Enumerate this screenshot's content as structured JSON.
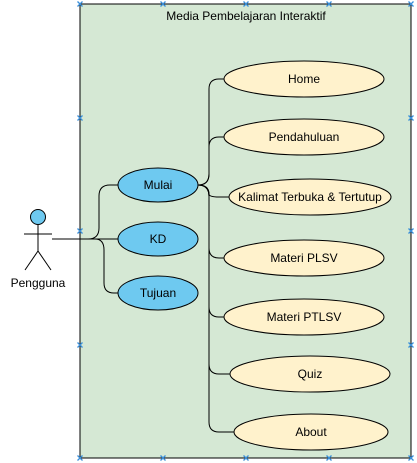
{
  "diagram": {
    "system": {
      "title": "Media Pembelajaran Interaktif",
      "fill": "#d5e8d4",
      "stroke": "#000000"
    },
    "actor": {
      "name": "Pengguna",
      "head_fill": "#6ec9f0"
    },
    "primary_use_cases": [
      {
        "id": "mulai",
        "label": "Mulai"
      },
      {
        "id": "kd",
        "label": "KD"
      },
      {
        "id": "tujuan",
        "label": "Tujuan"
      }
    ],
    "secondary_use_cases": [
      {
        "id": "home",
        "label": "Home"
      },
      {
        "id": "pendahuluan",
        "label": "Pendahuluan"
      },
      {
        "id": "kalimat",
        "label": "Kalimat Terbuka & Tertutup"
      },
      {
        "id": "plsv",
        "label": "Materi PLSV"
      },
      {
        "id": "ptlsv",
        "label": "Materi PTLSV"
      },
      {
        "id": "quiz",
        "label": "Quiz"
      },
      {
        "id": "about",
        "label": "About"
      }
    ],
    "colors": {
      "primary_fill": "#6ec9f0",
      "secondary_fill": "#fff2cc",
      "line": "#000000",
      "handle": "#3a8fd9"
    }
  }
}
